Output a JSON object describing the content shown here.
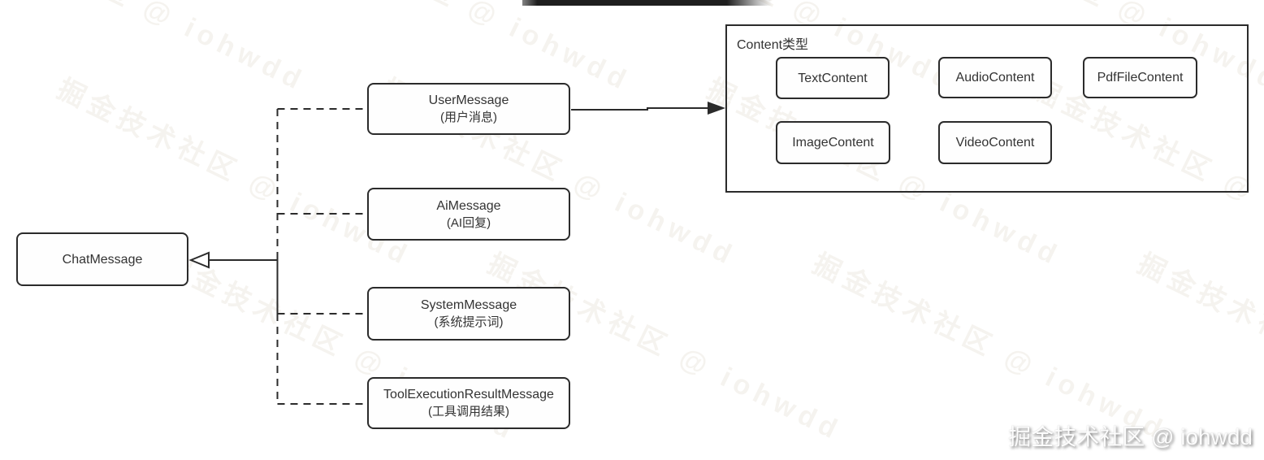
{
  "diagram": {
    "parent": {
      "label": "ChatMessage"
    },
    "messages": [
      {
        "label": "UserMessage",
        "subtitle": "(用户消息)"
      },
      {
        "label": "AiMessage",
        "subtitle": "(AI回复)"
      },
      {
        "label": "SystemMessage",
        "subtitle": "(系统提示词)"
      },
      {
        "label": "ToolExecutionResultMessage",
        "subtitle": "(工具调用结果)"
      }
    ],
    "content_group": {
      "title": "Content类型",
      "items": [
        "TextContent",
        "AudioContent",
        "PdfFileContent",
        "ImageContent",
        "VideoContent"
      ]
    },
    "colors": {
      "stroke": "#2b2b2b",
      "text": "#333333",
      "background": "#ffffff"
    }
  },
  "watermark": {
    "bottom_right": "掘金技术社区 @ iohwdd",
    "tiled": "掘金技术社区 @ iohwdd"
  }
}
